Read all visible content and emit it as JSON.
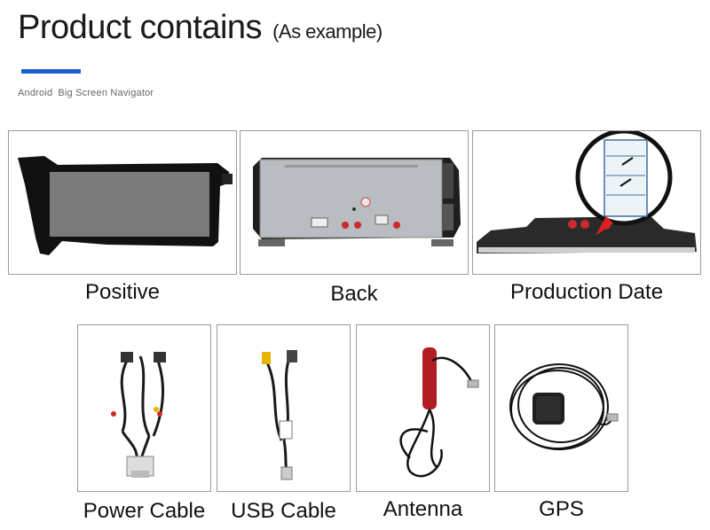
{
  "header": {
    "title": "Product contains",
    "title_note": "(As example)",
    "accent_color": "#1a5fd4",
    "subtitle_left": "Android",
    "subtitle_right": "Big Screen Navigator"
  },
  "items": [
    {
      "label": "Positive",
      "icon": "screen-front-image"
    },
    {
      "label": "Back",
      "icon": "unit-back-image"
    },
    {
      "label": "Production Date",
      "icon": "production-date-image"
    },
    {
      "label": "Power Cable",
      "icon": "power-cable-image"
    },
    {
      "label": "USB Cable",
      "icon": "usb-cable-image"
    },
    {
      "label": "Antenna",
      "icon": "antenna-image"
    },
    {
      "label": "GPS",
      "icon": "gps-image"
    }
  ]
}
